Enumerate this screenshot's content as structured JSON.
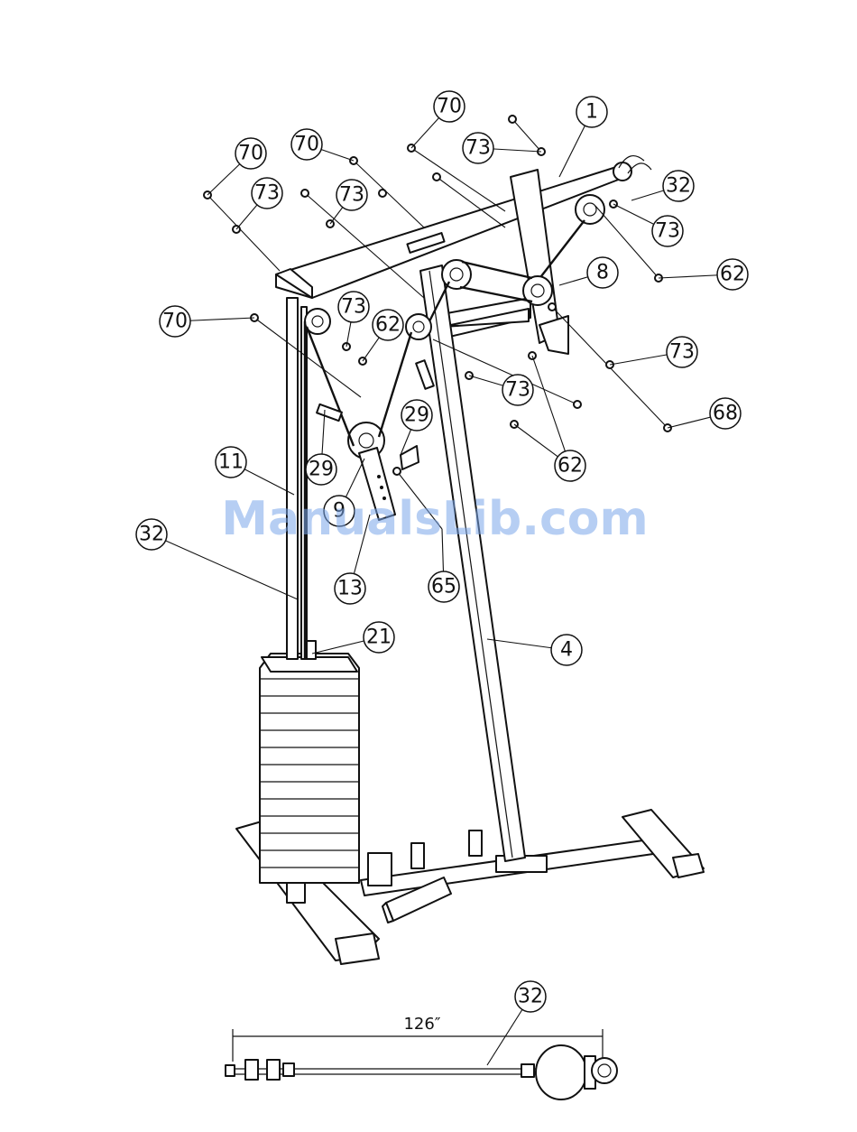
{
  "watermark": "ManualsLib.com",
  "dimension_label": "126″",
  "callouts": [
    "70",
    "73",
    "1",
    "70",
    "73",
    "70",
    "73",
    "32",
    "73",
    "62",
    "73",
    "62",
    "8",
    "70",
    "73",
    "73",
    "68",
    "29",
    "29",
    "62",
    "11",
    "9",
    "32",
    "13",
    "65",
    "4",
    "21",
    "32"
  ]
}
